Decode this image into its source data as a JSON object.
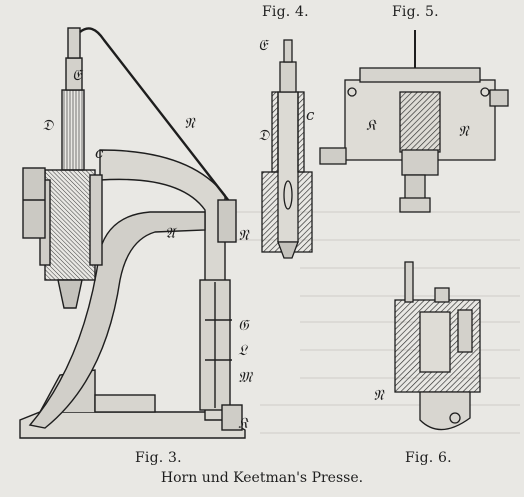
{
  "figures": {
    "fig3": {
      "label": "Fig. 3."
    },
    "fig4": {
      "label": "Fig. 4."
    },
    "fig5": {
      "label": "Fig. 5."
    },
    "fig6": {
      "label": "Fig. 6."
    }
  },
  "title": "Horn und Keetman's Presse.",
  "part_labels": {
    "E": "𝔈",
    "D": "𝔇",
    "R": "𝔑",
    "A": "𝔄",
    "N": "𝔑",
    "G": "𝔊",
    "L": "𝔏",
    "M": "𝔐",
    "K": "𝔎",
    "c": "c"
  },
  "colors": {
    "paper": "#e9e8e4",
    "ink": "#1e1e1e",
    "hatch": "#555555"
  }
}
